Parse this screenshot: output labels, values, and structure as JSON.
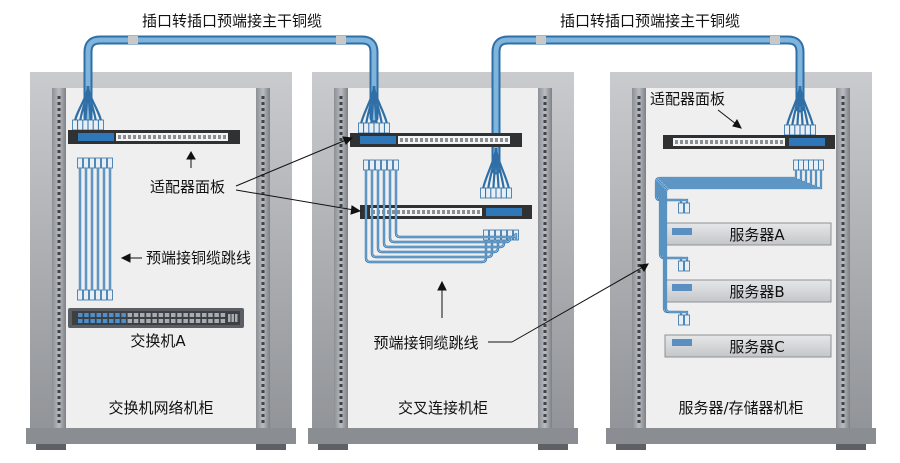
{
  "trunk_labels": [
    "插口转插口预端接主干铜缆",
    "插口转插口预端接主干铜缆"
  ],
  "cabinets": [
    {
      "name": "交换机网络机柜"
    },
    {
      "name": "交叉连接机柜"
    },
    {
      "name": "服务器/存储器机柜"
    }
  ],
  "labels": {
    "adapter_panel": "适配器面板",
    "adapter_panel_right": "适配器面板",
    "patch_cords_left": "预端接铜缆跳线",
    "patch_cords_mid": "预端接铜缆跳线",
    "switch": "交换机A"
  },
  "servers": [
    "服务器A",
    "服务器B",
    "服务器C"
  ],
  "colors": {
    "cable_blue": "#4a90c8",
    "cable_light": "#7fb4dd",
    "rack_frame": "#9a9da1",
    "rack_inner": "#ececec",
    "panel_dark": "#3a3c3f",
    "server_fill": "#d7d9dc"
  }
}
